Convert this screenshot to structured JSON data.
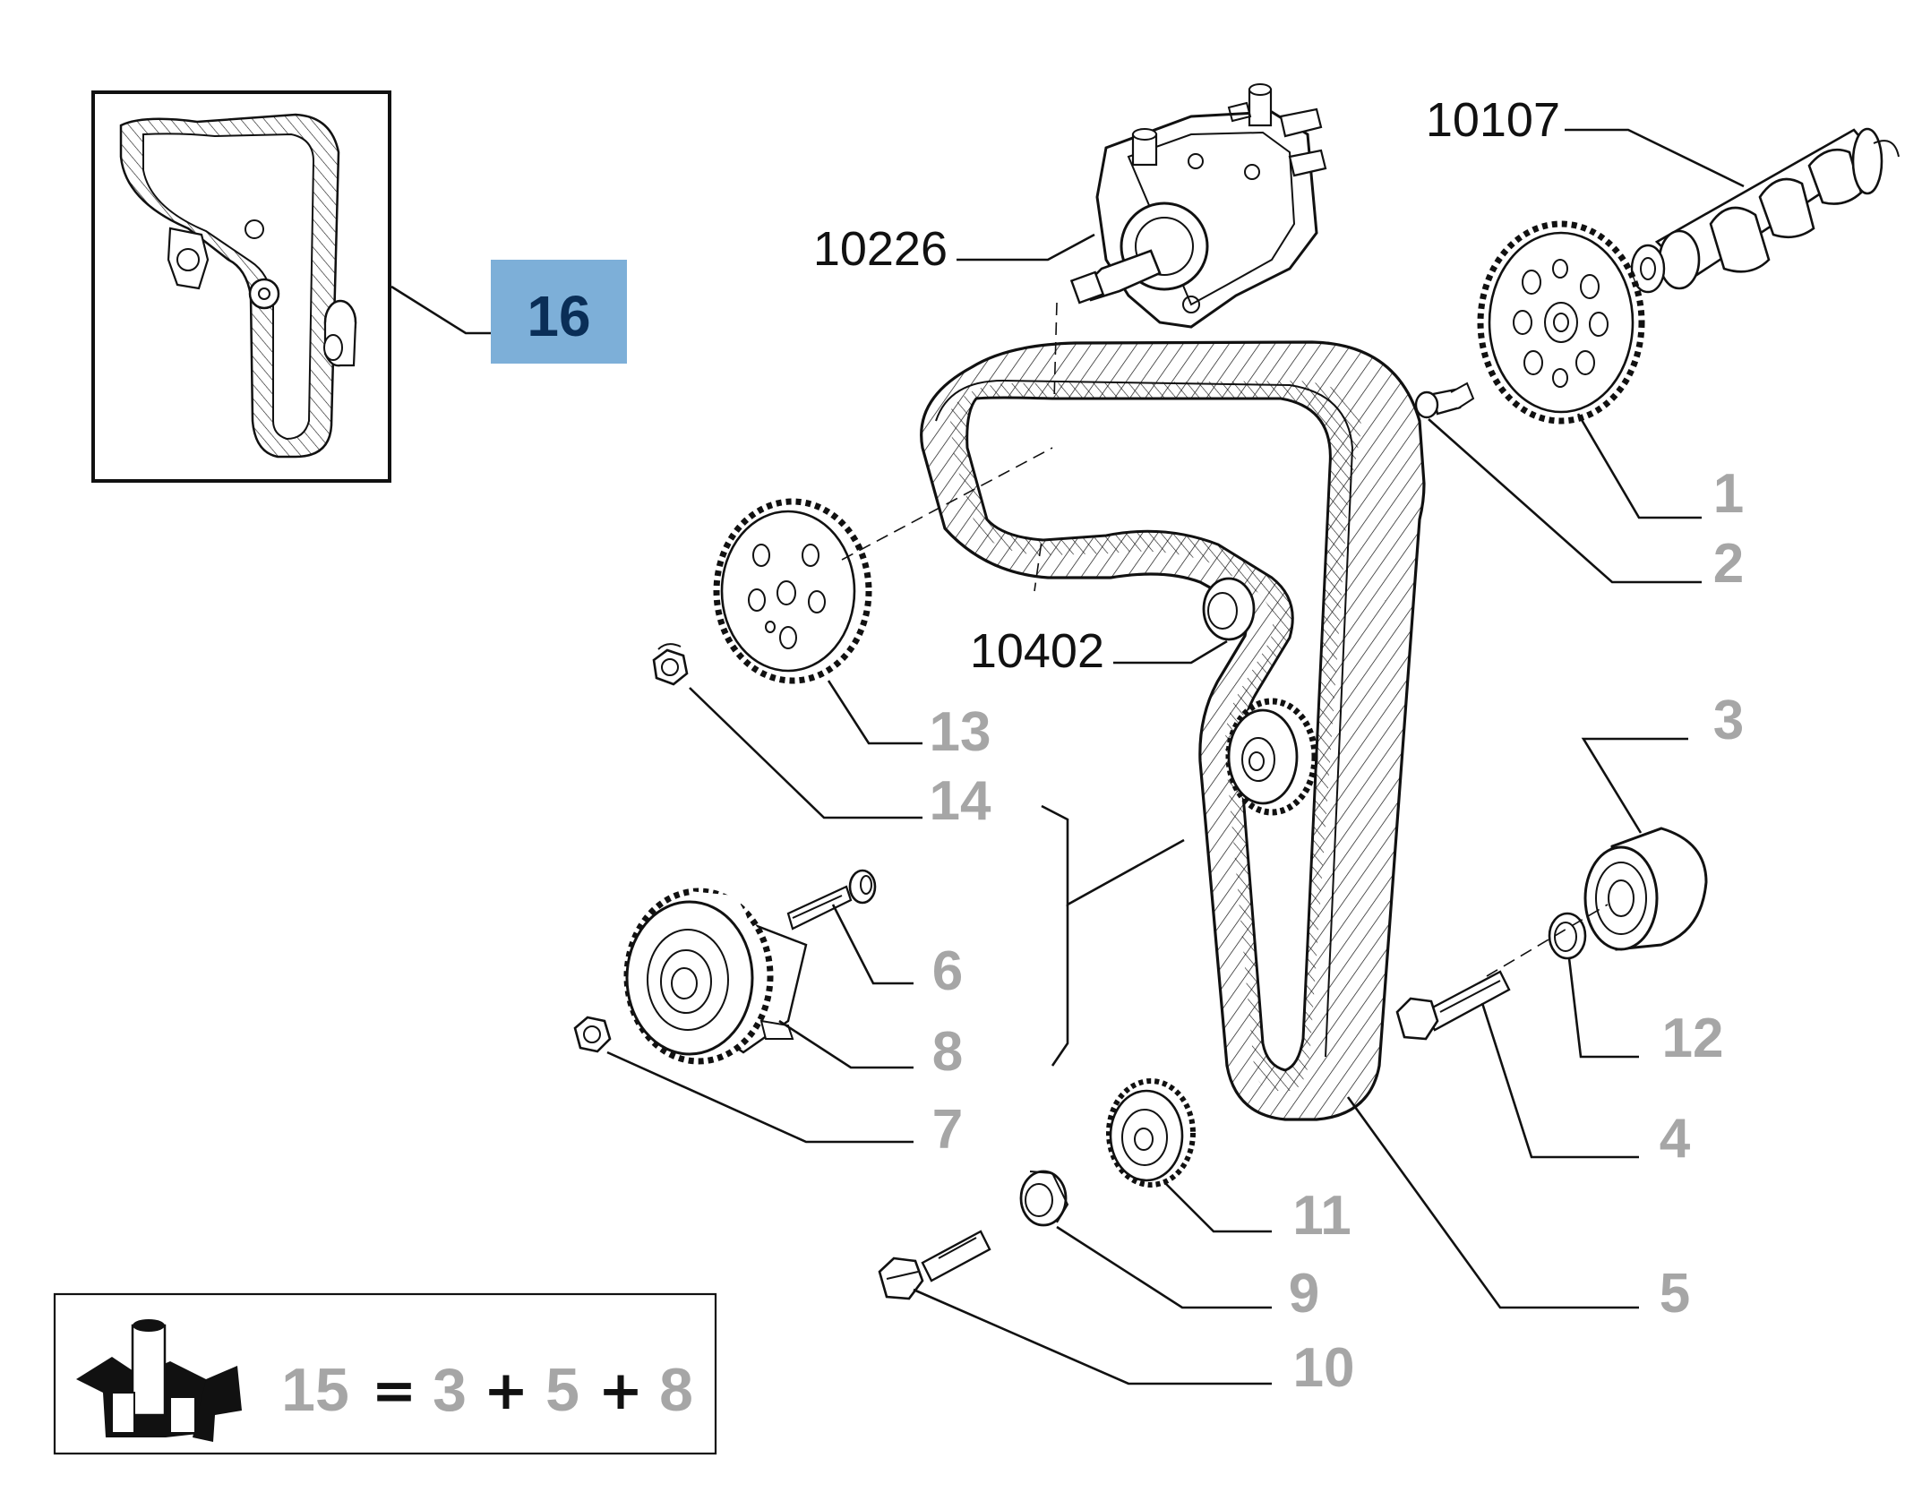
{
  "colors": {
    "callout_grey": "#a6a6a6",
    "selected_bg": "#7dafd8",
    "selected_text": "#0a2e57",
    "line": "#111111"
  },
  "callouts": {
    "c1": "1",
    "c2": "2",
    "c3": "3",
    "c4": "4",
    "c5": "5",
    "c6": "6",
    "c7": "7",
    "c8": "8",
    "c9": "9",
    "c10": "10",
    "c11": "11",
    "c12": "12",
    "c13": "13",
    "c14": "14",
    "c16": "16"
  },
  "references": {
    "r10107": "10107",
    "r10226": "10226",
    "r10402": "10402"
  },
  "kit": {
    "icon": "kit-box-icon",
    "total": "15",
    "equals": "=",
    "a": "3",
    "plus1": "+",
    "b": "5",
    "plus2": "+",
    "c": "8"
  }
}
